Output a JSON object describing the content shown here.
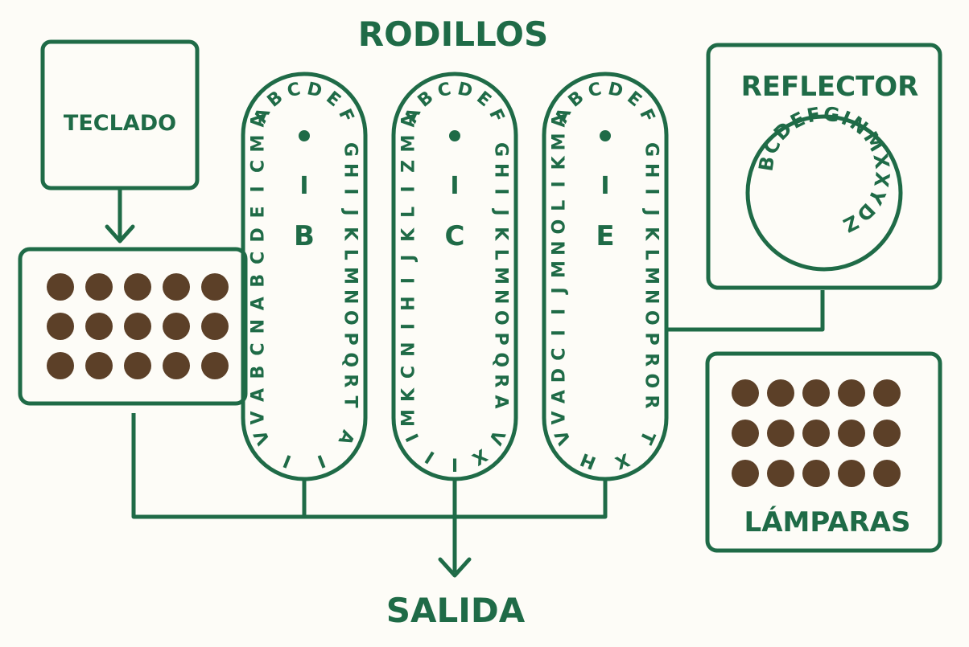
{
  "colors": {
    "green": "#1f6b47",
    "brown": "#5c4028",
    "background": "#fdfcf7"
  },
  "title": "RODILLOS",
  "output_label": "SALIDA",
  "keyboard": {
    "label": "TECLADO",
    "key_rows": 3,
    "key_cols": 5
  },
  "rotors": [
    {
      "id": "rotor-1",
      "center_letter": "B",
      "mark": "I",
      "top_arc": "ABCDEF",
      "right_column": "GHIJKLMNOPQRT",
      "bottom_arc": "AIIV",
      "left_column": "VABCNABCDEICMA"
    },
    {
      "id": "rotor-2",
      "center_letter": "C",
      "mark": "I",
      "top_arc": "ABCDEF",
      "right_column": "GHIJKLMNOPQRA",
      "bottom_arc": "VXIII",
      "left_column": "MKCNIHIJKLIZMA"
    },
    {
      "id": "rotor-3",
      "center_letter": "E",
      "mark": "I",
      "top_arc": "ABCDEF",
      "right_column": "GHIJKLMNOPROR",
      "bottom_arc": "TXHV",
      "left_column": "VADCIIJMNOLIKMA"
    }
  ],
  "reflector": {
    "label": "REFLECTOR",
    "ring_letters": "BCDEFGINMXXYDZ"
  },
  "lamps": {
    "label": "LÁMPARAS",
    "rows": 3,
    "cols": 5
  }
}
